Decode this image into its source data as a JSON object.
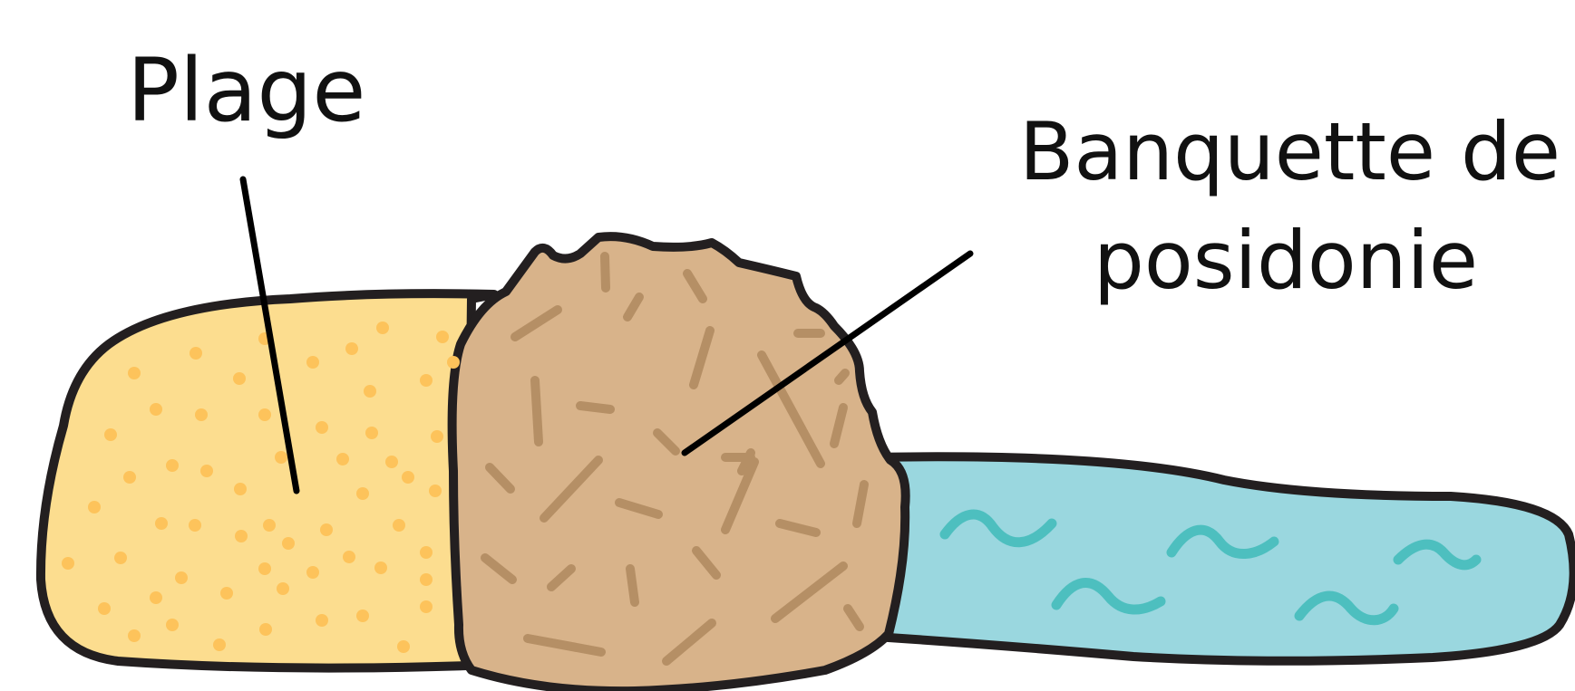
{
  "labels": {
    "beach": "Plage",
    "posidonia_line1": "Banquette de",
    "posidonia_line2": "posidonie"
  },
  "colors": {
    "outline": "#231f20",
    "sand": "#fcdd8f",
    "sand_dots": "#fdc35b",
    "posidonia": "#d8b38a",
    "posidonia_strokes": "#b58f65",
    "water": "#9ad7df",
    "waves": "#4dbfbf",
    "leader_line": "#000000"
  }
}
